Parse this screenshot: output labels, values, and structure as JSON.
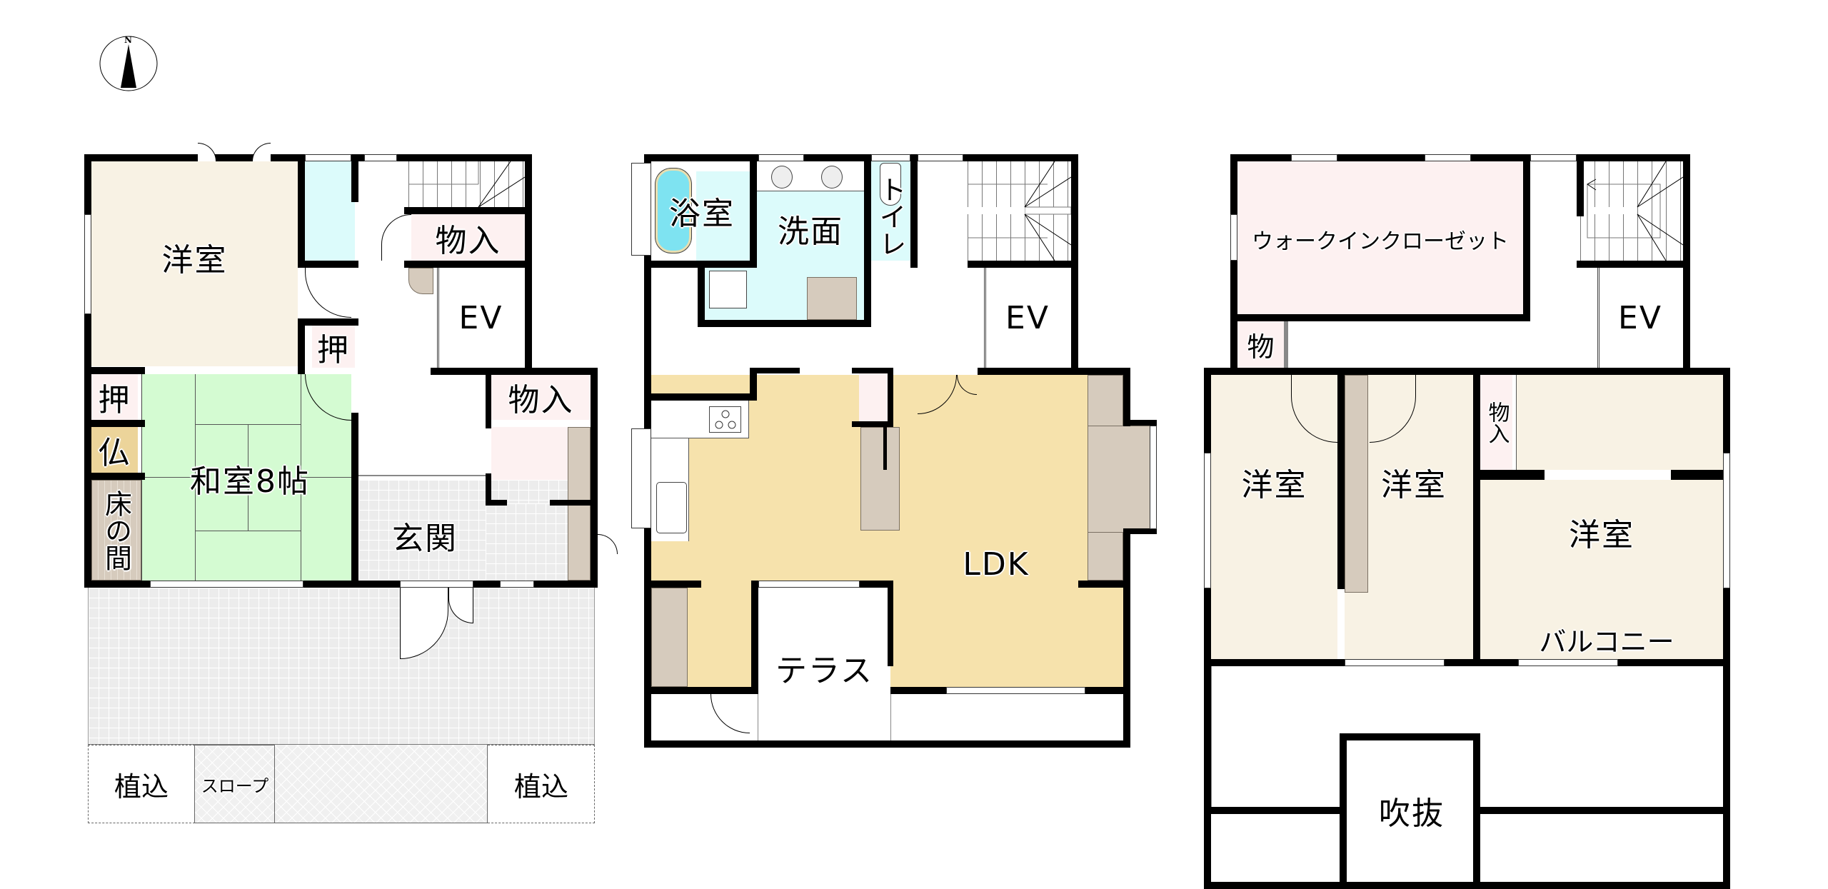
{
  "compass": {
    "label": "N"
  },
  "floor1": {
    "rooms": {
      "western_room": "洋室",
      "closet_oshiire_right": "押",
      "closet_oshiire_left": "押",
      "butsudan": "仏",
      "tokonoma": "床の間",
      "japanese_room": "和室8帖",
      "storage_upper": "物入",
      "storage_lower": "物入",
      "elevator": "EV",
      "entrance": "玄関",
      "planting_left": "植込",
      "slope": "スロープ",
      "planting_right": "植込"
    }
  },
  "floor2": {
    "rooms": {
      "bathroom": "浴室",
      "washroom": "洗面",
      "toilet": "トイレ",
      "elevator": "EV",
      "ldk": "LDK",
      "terrace": "テラス"
    }
  },
  "floor3": {
    "rooms": {
      "walk_in_closet": "ウォークインクローゼット",
      "storage_small": "物",
      "elevator": "EV",
      "western_room_1": "洋室",
      "western_room_2": "洋室",
      "storage": "物入",
      "western_room_3": "洋室",
      "balcony": "バルコニー",
      "void": "吹抜"
    }
  },
  "colors": {
    "wall": "#000000",
    "western_room": "#f8f2e4",
    "storage": "#fdf1f1",
    "wet_area": "#dcfbfb",
    "tatami": "#d4fbd2",
    "ldk": "#f6e2ac",
    "cabinet": "#d6cbbd",
    "butsudan": "#ecd49a",
    "tile": "#ececec"
  }
}
